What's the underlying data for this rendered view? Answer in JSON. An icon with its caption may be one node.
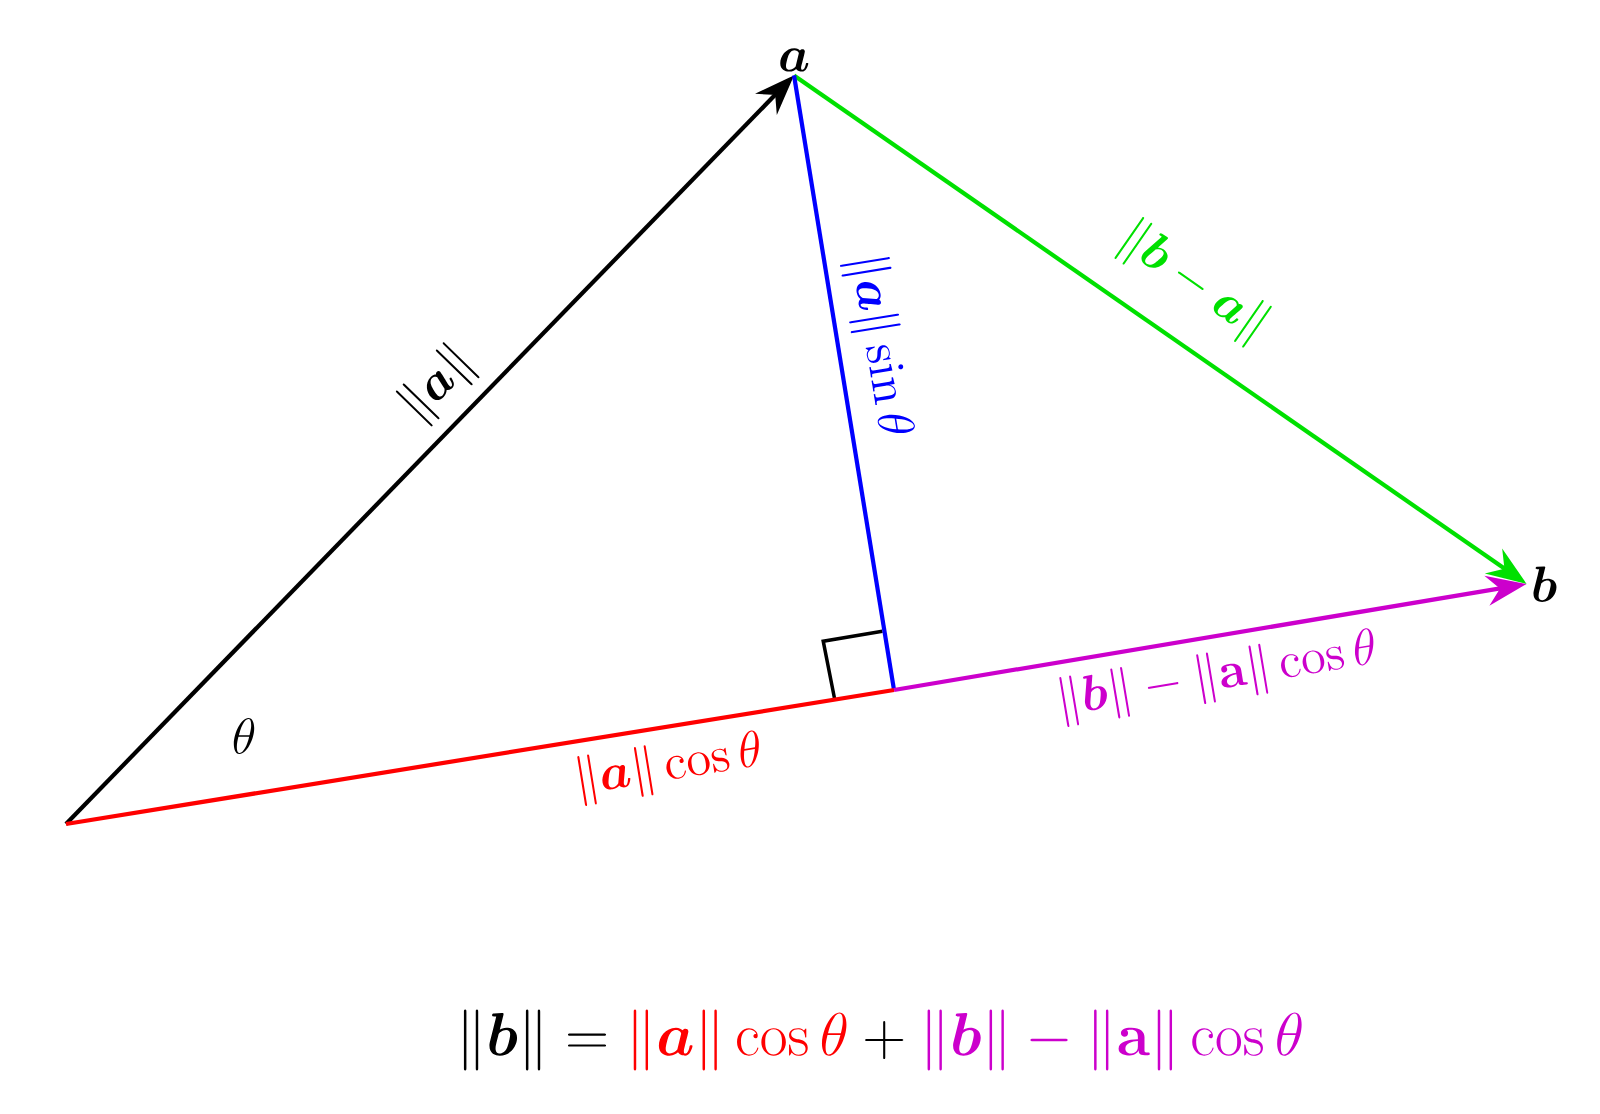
{
  "diagram": {
    "nodes": [
      {
        "text": [
          "\\boldsymbol{a}"
        ]
      },
      {
        "text": [
          "\\boldsymbol{b}"
        ]
      },
      {
        "text": [],
        "shape": "box"
      }
    ],
    "edges": [
      {
        "from": null,
        "to": 0,
        "arrow": "to",
        "label": "\\|\\boldsymbol{a}\\|"
      },
      {
        "from": 0,
        "to": 1,
        "arrow": "to",
        "color": "#00e000",
        "label": "\\|\\boldsymbol{b}-\\boldsymbol{a}\\|"
      },
      {
        "from": 0,
        "to": 2,
        "arrow": "none",
        "color": "#0000ff",
        "label": "\\|\\boldsymbol{a}\\|\\sin\\theta"
      },
      {
        "from": null,
        "to": 2,
        "arrow": "none",
        "color": "#ff0000",
        "label": "\\|\\boldsymbol{a}\\|\\cos\\theta"
      },
      {
        "from": 2,
        "to": 1,
        "arrow": "to",
        "color": "#cc00cc",
        "label": "\\|\\boldsymbol{b}\\|-\\|\\mathbf{a}\\|\\cos\\theta"
      }
    ],
    "labels": [
      "\\theta",
      "\\|\\boldsymbol{b}\\| = \\textcolor[HTML]{FF0000}{\\|\\boldsymbol{a}\\|\\cos\\theta} + \\textcolor[HTML]{CC00CC}{\\|\\boldsymbol{b}\\|-\\|\\mathbf{a}\\|\\cos\\theta}"
    ]
  }
}
